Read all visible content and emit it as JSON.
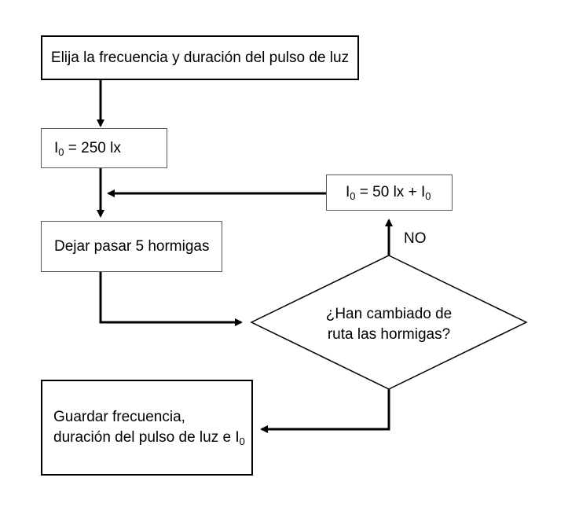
{
  "start_box": {
    "text": "Elija la frecuencia y duración del pulso de luz"
  },
  "init_box": {
    "var": "I",
    "sub": "0",
    "rest": " = 250 lx"
  },
  "increment_box": {
    "var": "I",
    "sub": "0",
    "mid": " = 50 lx + I",
    "sub2": "0"
  },
  "pass_box": {
    "text": "Dejar pasar 5 hormigas"
  },
  "decision": {
    "line1": "¿Han cambiado de",
    "line2": "ruta las hormigas?"
  },
  "no_label": "NO",
  "save_box": {
    "line1": "Guardar frecuencia,",
    "line2_prefix": "duración del pulso de luz e I",
    "line2_sub": "0"
  },
  "colors": {
    "stroke": "#000000",
    "thin_border": "#5a5a5a",
    "background": "#ffffff"
  }
}
